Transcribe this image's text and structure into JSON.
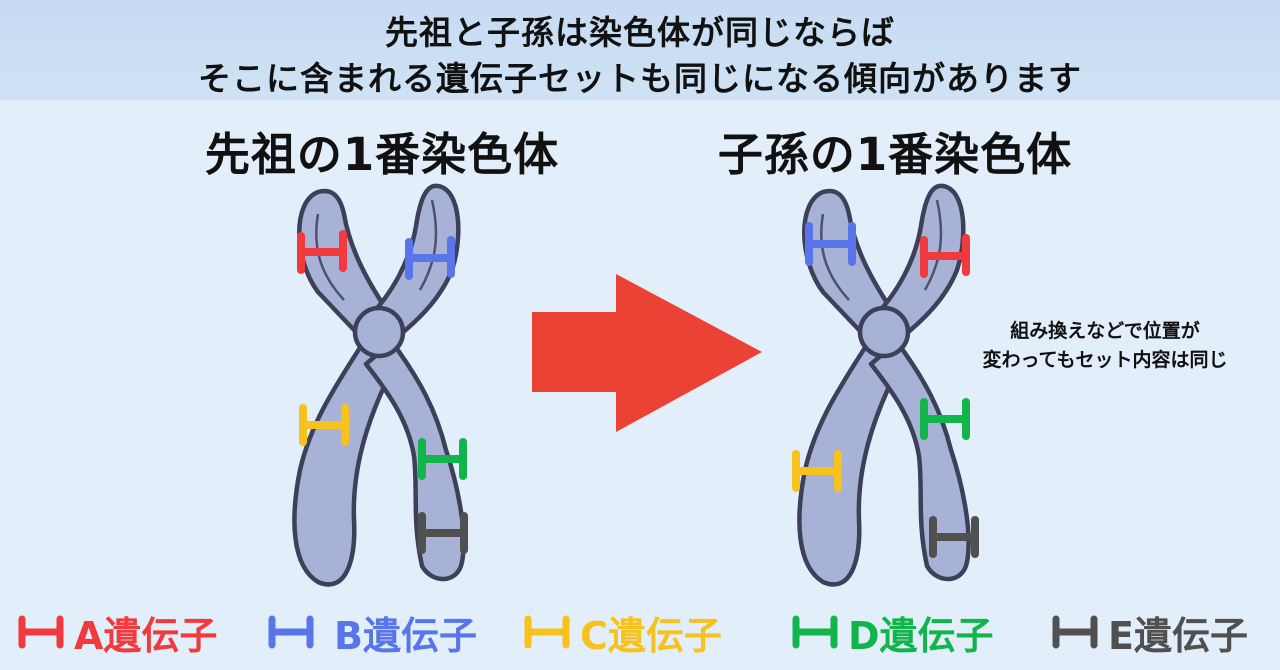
{
  "header": {
    "line1": "先祖と子孫は染色体が同じならば",
    "line2": "そこに含まれる遺伝子セットも同じになる傾向があります"
  },
  "ancestor": {
    "title": "先祖の1番染色体"
  },
  "descendant": {
    "title": "子孫の1番染色体"
  },
  "note": {
    "line1": "組み換えなどで位置が",
    "line2": "変わってもセット内容は同じ"
  },
  "legend": [
    {
      "label": "A遺伝子",
      "color": "#f03a3e"
    },
    {
      "label": "B遺伝子",
      "color": "#5876ea"
    },
    {
      "label": "C遺伝子",
      "color": "#f7c21c"
    },
    {
      "label": "D遺伝子",
      "color": "#12b54b"
    },
    {
      "label": "E遺伝子",
      "color": "#505050"
    }
  ],
  "colors": {
    "background": "#e2eefa",
    "header": "#c8dcf3",
    "chromosome": "#a8b2d6",
    "arrow": "#ea4335"
  }
}
